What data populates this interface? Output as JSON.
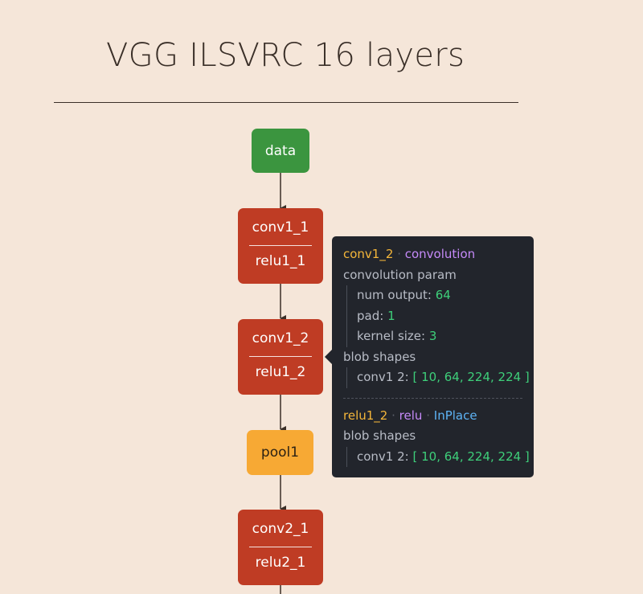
{
  "title": "VGG ILSVRC 16 layers",
  "nodes": [
    {
      "id": "data",
      "label": "data",
      "kind": "data"
    },
    {
      "id": "conv1_1",
      "label": "conv1_1",
      "sub": "relu1_1",
      "kind": "convolution"
    },
    {
      "id": "conv1_2",
      "label": "conv1_2",
      "sub": "relu1_2",
      "kind": "convolution"
    },
    {
      "id": "pool1",
      "label": "pool1",
      "kind": "pooling"
    },
    {
      "id": "conv2_1",
      "label": "conv2_1",
      "sub": "relu2_1",
      "kind": "convolution"
    }
  ],
  "colors": {
    "background": "#f5e6d9",
    "data": "#3b953f",
    "convolution": "#bf3c24",
    "pooling": "#f7a934",
    "tooltip_bg": "#22252c",
    "name": "#f4b63a",
    "type": "#c58af9",
    "inplace": "#5db3f5",
    "number": "#3ecf7a"
  },
  "tooltip": {
    "layer1": {
      "name": "conv1_2",
      "type": "convolution",
      "param_header": "convolution param",
      "params": [
        {
          "key": "num output:",
          "value": "64"
        },
        {
          "key": "pad:",
          "value": "1"
        },
        {
          "key": "kernel size:",
          "value": "3"
        }
      ],
      "blob_header": "blob shapes",
      "blob_key": "conv1 2:",
      "blob_value": "[ 10, 64, 224, 224 ]"
    },
    "layer2": {
      "name": "relu1_2",
      "type": "relu",
      "flag": "InPlace",
      "blob_header": "blob shapes",
      "blob_key": "conv1 2:",
      "blob_value": "[ 10, 64, 224, 224 ]"
    }
  }
}
